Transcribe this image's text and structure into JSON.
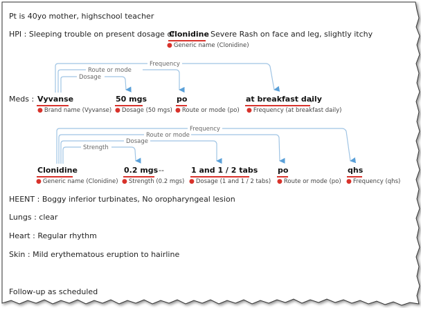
{
  "note": {
    "line1": "Pt is 40yo mother, highschool teacher",
    "hpi": {
      "prefix": "HPI : Sleeping trouble on present dosage of",
      "entity": "Clonidine",
      "suffix": ". Severe Rash  on face and leg, slightly itchy",
      "entity_tag": "Generic name (Clonidine)"
    },
    "meds1": {
      "label": "Meds :",
      "entities": [
        {
          "text": "Vyvanse",
          "tag": "Brand name (Vyvanse)"
        },
        {
          "text": "50 mgs",
          "tag": "Dosage (50 mgs)"
        },
        {
          "text": "po",
          "tag": "Route or mode (po)"
        },
        {
          "text": "at breakfast daily",
          "tag": "Frequency (at breakfast daily)"
        }
      ],
      "trailing": ",",
      "relations": [
        "Frequency",
        "Route or mode",
        "Dosage"
      ]
    },
    "meds2": {
      "entities": [
        {
          "text": "Clonidine",
          "tag": "Generic name (Clonidine)"
        },
        {
          "text": "0.2 mgs",
          "tag": "Strength (0.2 mgs)"
        },
        {
          "text": "1 and 1 / 2 tabs",
          "tag": "Dosage (1 and 1 / 2 tabs)"
        },
        {
          "text": "po",
          "tag": "Route or mode (po)"
        },
        {
          "text": "qhs",
          "tag": "Frequency (qhs)"
        }
      ],
      "dash": "--",
      "relations": [
        "Frequency",
        "Route or mode",
        "Dosage",
        "Strength"
      ]
    },
    "heent": "HEENT : Boggy inferior turbinates, No oropharyngeal lesion",
    "lungs": "Lungs : clear",
    "heart": "Heart : Regular rhythm",
    "skin": "Skin :  Mild erythematous eruption to hairline",
    "followup": "Follow-up as scheduled"
  },
  "colors": {
    "entity_underline": "#d8322b",
    "relation_line": "#9fc4e4",
    "arrow": "#5aa0d8"
  }
}
